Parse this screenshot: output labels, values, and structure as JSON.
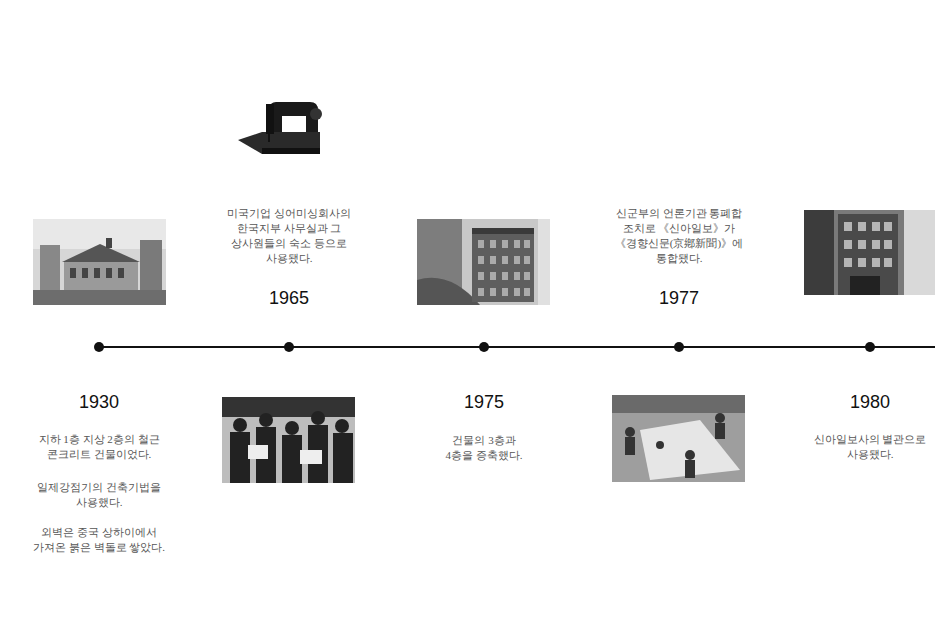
{
  "diagram": {
    "labels": [
      "1930",
      "지하 1층 지상 2층의 철근 콘크리트 건물이었다.",
      "일제강점기의 건축기법을 사용했다.",
      "외벽은 중국 상하이에서 가져온 붉은 벽돌로 쌓았다.",
      "미국기업 싱어미싱회사의 한국지부 사무실과 그 상사원들의 숙소 등으로 사용됐다.",
      "1965",
      "1975",
      "건물의 3층과 4층을 증축했다.",
      "신군부의 언론기관 통폐합 조치로 《신아일보》가 《경향신문(京鄕新聞)》에 통합됐다.",
      "1977",
      "1980",
      "신아일보사의 별관으로 사용됐다."
    ]
  }
}
